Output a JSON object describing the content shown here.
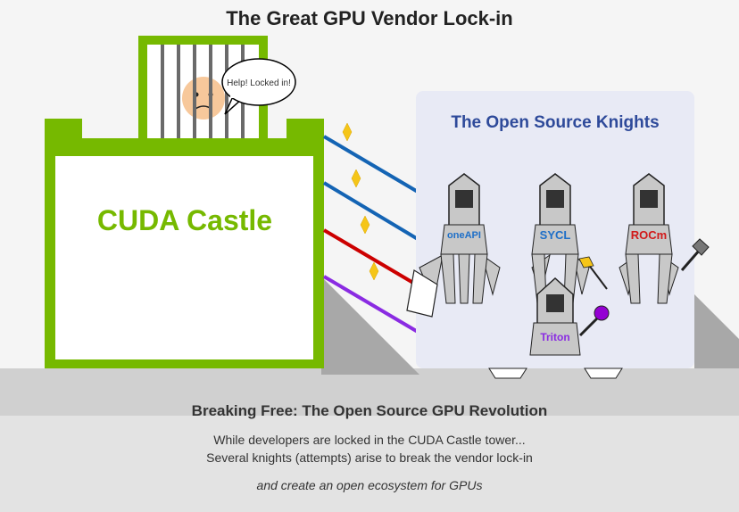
{
  "title": "The Great GPU Vendor Lock-in",
  "castle": {
    "label": "CUDA Castle",
    "speech": "Help! Locked in!",
    "color": "#76b900"
  },
  "knights_panel": {
    "title": "The Open Source Knights",
    "title_color": "#2e4a9a",
    "knights": [
      {
        "name": "oneAPI",
        "color": "#1e6fc8"
      },
      {
        "name": "SYCL",
        "color": "#1e6fc8"
      },
      {
        "name": "ROCm",
        "color": "#d11a1a"
      },
      {
        "name": "Triton",
        "color": "#8a2be2"
      }
    ]
  },
  "beams": [
    {
      "color": "#1464b4"
    },
    {
      "color": "#1464b4"
    },
    {
      "color": "#cc0000"
    },
    {
      "color": "#8a2be2"
    }
  ],
  "footer": {
    "heading": "Breaking Free: The Open Source GPU Revolution",
    "line1": "While developers are locked in the CUDA Castle tower...",
    "line2": "Several knights (attempts) arise to break the vendor lock-in",
    "line3": "and create an open ecosystem for GPUs"
  }
}
